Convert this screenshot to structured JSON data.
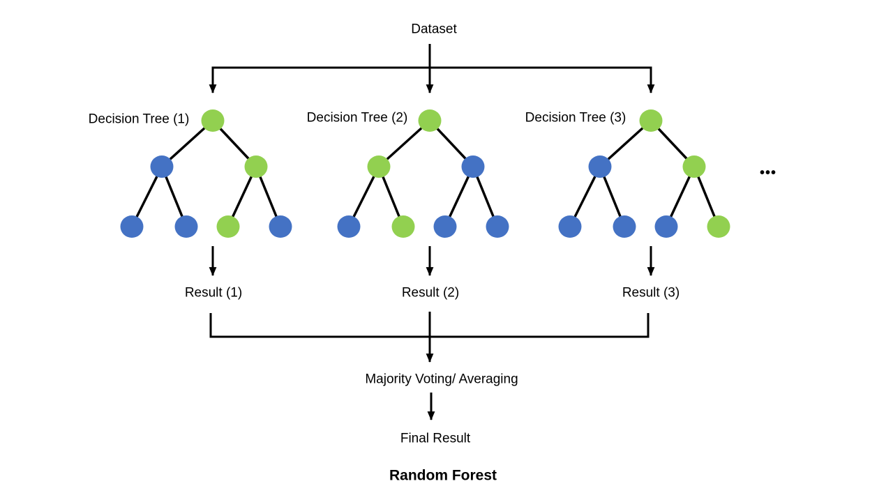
{
  "labels": {
    "dataset": "Dataset",
    "ellipsis": "•••",
    "majority": "Majority Voting/ Averaging",
    "final": "Final Result",
    "caption": "Random Forest"
  },
  "trees": [
    {
      "label": "Decision Tree (1)",
      "result": "Result (1)",
      "root": "green",
      "level2": [
        "blue",
        "green"
      ],
      "leaves": [
        "blue",
        "blue",
        "green",
        "blue"
      ]
    },
    {
      "label": "Decision Tree (2)",
      "result": "Result (2)",
      "root": "green",
      "level2": [
        "green",
        "blue"
      ],
      "leaves": [
        "blue",
        "green",
        "blue",
        "blue"
      ]
    },
    {
      "label": "Decision Tree (3)",
      "result": "Result (3)",
      "root": "green",
      "level2": [
        "blue",
        "green"
      ],
      "leaves": [
        "blue",
        "blue",
        "blue",
        "green"
      ]
    }
  ],
  "colors": {
    "node_green": "#92D050",
    "node_blue": "#4472C4",
    "line": "#000000",
    "background": "#FFFFFF"
  }
}
